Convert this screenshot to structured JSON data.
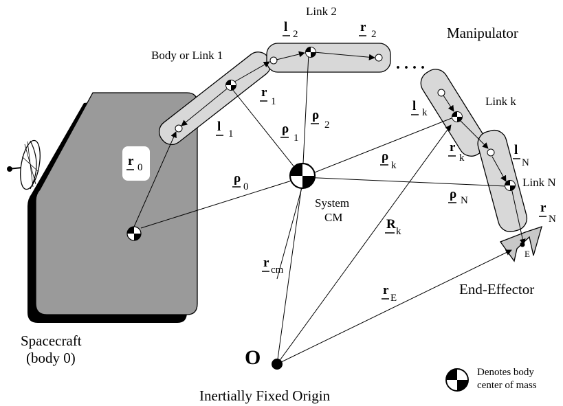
{
  "labels": {
    "link2": "Link 2",
    "manipulator": "Manipulator",
    "body_or_link1": "Body or Link 1",
    "link_k": "Link k",
    "link_n": "Link N",
    "system_cm_1": "System",
    "system_cm_2": "CM",
    "end_effector": "End-Effector",
    "spacecraft_1": "Spacecraft",
    "spacecraft_2": "(body 0)",
    "origin_letter": "O",
    "origin_label": "Inertially Fixed Origin",
    "legend_1": "Denotes body",
    "legend_2": "center of mass",
    "dots": ". . . .",
    "e_label": "E"
  },
  "vectors": {
    "l2": {
      "sym": "l",
      "sub": "2"
    },
    "r2": {
      "sym": "r",
      "sub": "2"
    },
    "r1": {
      "sym": "r",
      "sub": "1"
    },
    "rho1": {
      "sym": "ρ",
      "sub": "1"
    },
    "rho2": {
      "sym": "ρ",
      "sub": "2"
    },
    "l1": {
      "sym": "l",
      "sub": "1"
    },
    "r0": {
      "sym": "r",
      "sub": "0"
    },
    "rho0": {
      "sym": "ρ",
      "sub": "0"
    },
    "lk": {
      "sym": "l",
      "sub": "k"
    },
    "rhok": {
      "sym": "ρ",
      "sub": "k"
    },
    "rk": {
      "sym": "r",
      "sub": "k"
    },
    "lN": {
      "sym": "l",
      "sub": "N"
    },
    "rhoN": {
      "sym": "ρ",
      "sub": "N"
    },
    "rN": {
      "sym": "r",
      "sub": "N"
    },
    "Rk": {
      "sym": "R",
      "sub": "k"
    },
    "rcm": {
      "sym": "r",
      "sub": "cm"
    },
    "rE": {
      "sym": "r",
      "sub": "E"
    }
  }
}
